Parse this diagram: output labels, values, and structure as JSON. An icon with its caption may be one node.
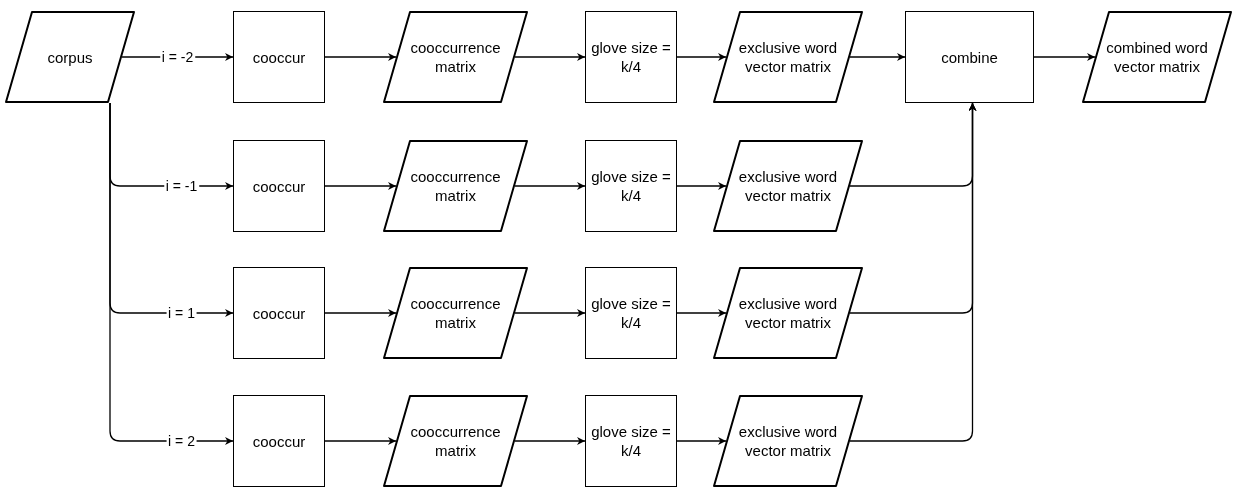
{
  "diagram": {
    "nodes": [
      {
        "text": [
          "corpus"
        ]
      },
      {
        "text": [
          "cooccur"
        ]
      },
      {
        "text": [
          "cooccurrence matrix"
        ]
      },
      {
        "text": [
          "glove size = k/4"
        ]
      },
      {
        "text": [
          "exclusive word vector matrix"
        ]
      },
      {
        "text": [
          "combine"
        ]
      },
      {
        "text": [
          "combined word vector matrix"
        ]
      },
      {
        "text": [
          "cooccur"
        ]
      },
      {
        "text": [
          "cooccurrence matrix"
        ]
      },
      {
        "text": [
          "glove size = k/4"
        ]
      },
      {
        "text": [
          "exclusive word vector matrix"
        ]
      },
      {
        "text": [
          "cooccur"
        ]
      },
      {
        "text": [
          "cooccurrence matrix"
        ]
      },
      {
        "text": [
          "glove size = k/4"
        ]
      },
      {
        "text": [
          "exclusive word vector matrix"
        ]
      },
      {
        "text": [
          "cooccur"
        ]
      },
      {
        "text": [
          "cooccurrence matrix"
        ]
      },
      {
        "text": [
          "glove size = k/4"
        ]
      },
      {
        "text": [
          "exclusive word vector matrix"
        ]
      }
    ],
    "edges": [
      {
        "from": 0,
        "to": 1,
        "arrow": "to",
        "label": "i = -2"
      },
      {
        "from": 0,
        "to": 7,
        "arrow": "to",
        "label": "i = -1"
      },
      {
        "from": 0,
        "to": 11,
        "arrow": "to",
        "label": "i = 1"
      },
      {
        "from": 0,
        "to": 15,
        "arrow": "to",
        "label": "i = 2"
      },
      {
        "from": 1,
        "to": 2,
        "arrow": "to"
      },
      {
        "from": 2,
        "to": 3,
        "arrow": "to"
      },
      {
        "from": 3,
        "to": 4,
        "arrow": "to"
      },
      {
        "from": 4,
        "to": 5,
        "arrow": "to"
      },
      {
        "from": 5,
        "to": 6,
        "arrow": "to"
      },
      {
        "from": 7,
        "to": 8,
        "arrow": "to"
      },
      {
        "from": 8,
        "to": 9,
        "arrow": "to"
      },
      {
        "from": 9,
        "to": 10,
        "arrow": "to"
      },
      {
        "from": 10,
        "to": 5,
        "arrow": "to"
      },
      {
        "from": 11,
        "to": 12,
        "arrow": "to"
      },
      {
        "from": 12,
        "to": 13,
        "arrow": "to"
      },
      {
        "from": 13,
        "to": 14,
        "arrow": "to"
      },
      {
        "from": 14,
        "to": 5,
        "arrow": "to"
      },
      {
        "from": 15,
        "to": 16,
        "arrow": "to"
      },
      {
        "from": 16,
        "to": 17,
        "arrow": "to"
      },
      {
        "from": 17,
        "to": 18,
        "arrow": "to"
      },
      {
        "from": 18,
        "to": 5,
        "arrow": "to"
      }
    ]
  }
}
